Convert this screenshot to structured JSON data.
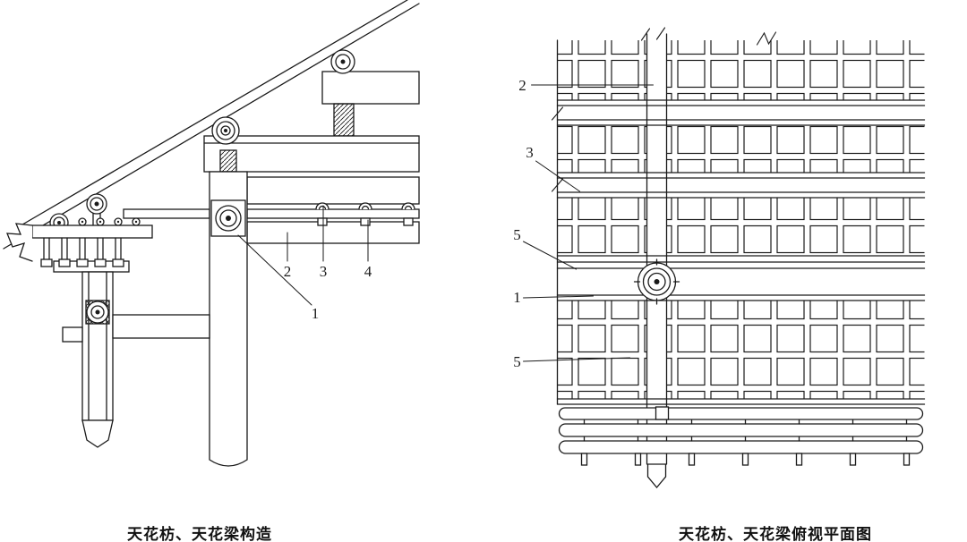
{
  "figure": {
    "background": "#ffffff",
    "line_color": "#1a1a1a"
  },
  "left_panel": {
    "caption": "天花枋、天花梁构造",
    "labels": {
      "item2": "2",
      "item3": "3",
      "item4": "4",
      "item1": "1"
    }
  },
  "right_panel": {
    "caption": "天花枋、天花梁俯视平面图",
    "labels": {
      "item2": "2",
      "item3": "3",
      "item5a": "5",
      "item1": "1",
      "item5b": "5"
    }
  }
}
